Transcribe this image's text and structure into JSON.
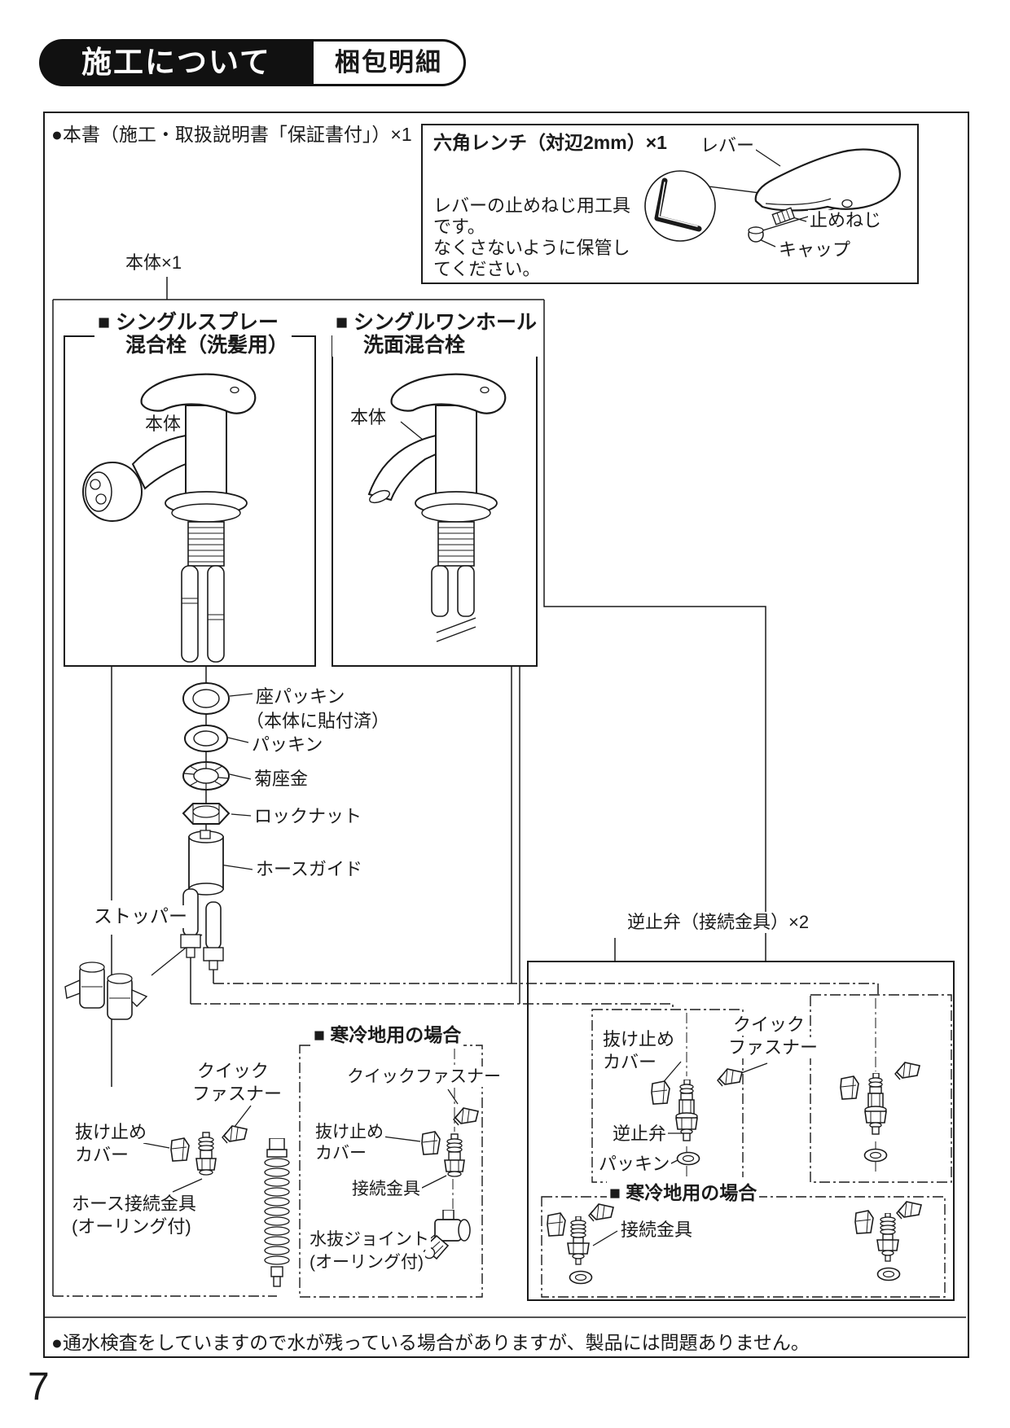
{
  "colors": {
    "ink": "#1a1a1a",
    "paper": "#ffffff"
  },
  "header": {
    "section_title": "施工について",
    "subsection_title": "梱包明細"
  },
  "page_number": "7",
  "top_note": "●本書（施工・取扱説明書「保証書付」）×1",
  "bottom_note": "●通水検査をしていますので水が残っている場合がありますが、製品には問題ありません。",
  "wrench_box": {
    "title": "六角レンチ（対辺2mm）×1",
    "desc_lines": [
      "レバーの止めねじ用工具",
      "です。",
      "なくさないように保管し",
      "てください。"
    ],
    "lever_label": "レバー",
    "set_screw_label": "止めねじ",
    "cap_label": "キャップ"
  },
  "body_count_label": "本体×1",
  "faucet_left": {
    "title_line1": "■ シングルスプレー",
    "title_line2": "混合栓（洗髪用）",
    "body_label": "本体"
  },
  "faucet_right": {
    "title_line1": "■ シングルワンホール",
    "title_line2": "洗面混合栓",
    "body_label": "本体"
  },
  "exploded": {
    "seat_packing": [
      "座パッキン",
      "（本体に貼付済）"
    ],
    "packing": "パッキン",
    "washer": "菊座金",
    "lock_nut": "ロックナット",
    "hose_guide": "ホースガイド",
    "stopper": "ストッパー"
  },
  "check_valve_count_label": "逆止弁（接続金具）×2",
  "left_group": {
    "quick_fastener": [
      "クイック",
      "ファスナー"
    ],
    "retainer_cover": [
      "抜け止め",
      "カバー"
    ],
    "hose_fitting": [
      "ホース接続金具",
      "(オーリング付)"
    ]
  },
  "middle_cold_box": {
    "title": "■ 寒冷地用の場合",
    "quick_fastener": "クイックファスナー",
    "retainer_cover": [
      "抜け止め",
      "カバー"
    ],
    "fitting": "接続金具",
    "drain_joint": [
      "水抜ジョイント",
      "(オーリング付)"
    ]
  },
  "right_box": {
    "retainer_cover": [
      "抜け止め",
      "カバー"
    ],
    "quick_fastener": [
      "クイック",
      "ファスナー"
    ],
    "check_valve": "逆止弁",
    "packing": "パッキン",
    "cold_title": "■ 寒冷地用の場合",
    "fitting": "接続金具"
  }
}
